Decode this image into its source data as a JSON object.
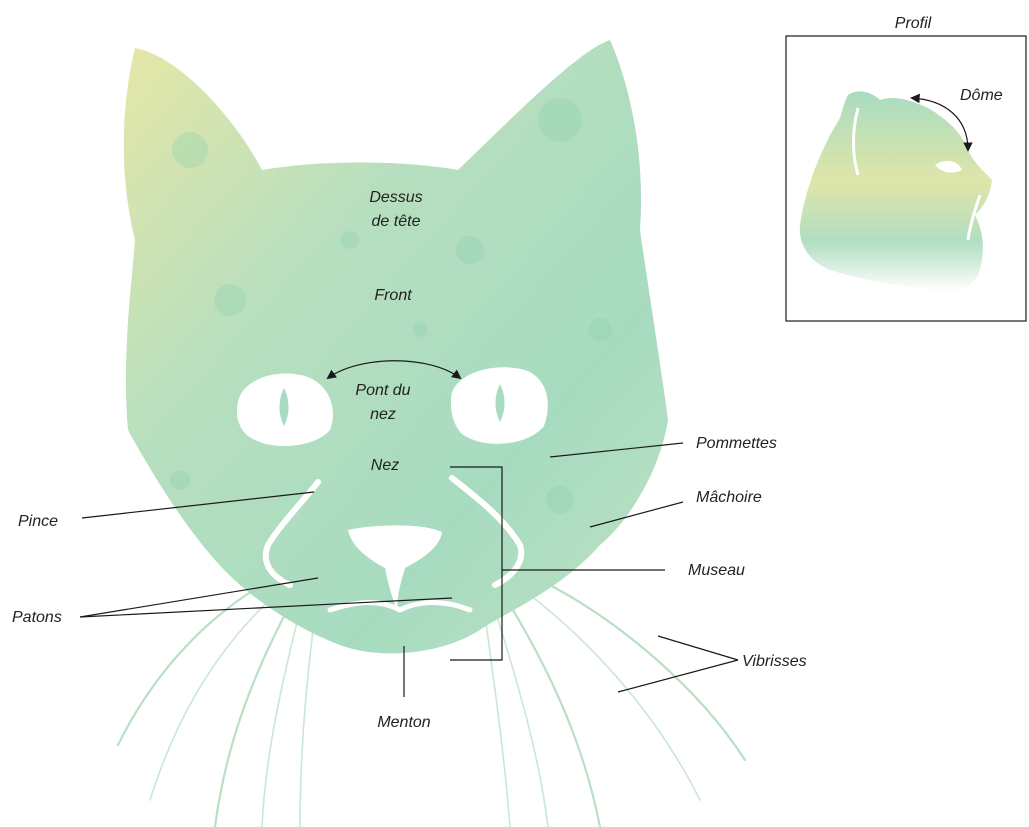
{
  "diagram": {
    "labels": {
      "dessus_line1": "Dessus",
      "dessus_line2": "de tête",
      "front": "Front",
      "pont_line1": "Pont du",
      "pont_line2": "nez",
      "nez": "Nez",
      "pommettes": "Pommettes",
      "machoire": "Mâchoire",
      "museau": "Museau",
      "pince": "Pince",
      "patons": "Patons",
      "vibrisses": "Vibrisses",
      "menton": "Menton"
    },
    "inset": {
      "title": "Profil",
      "dome": "Dôme"
    },
    "colors": {
      "fur_green": "#a9dcc0",
      "fur_yellow": "#e3e6a8",
      "fur_spot": "#8fd0b0",
      "ink": "#1a1a1a"
    }
  }
}
